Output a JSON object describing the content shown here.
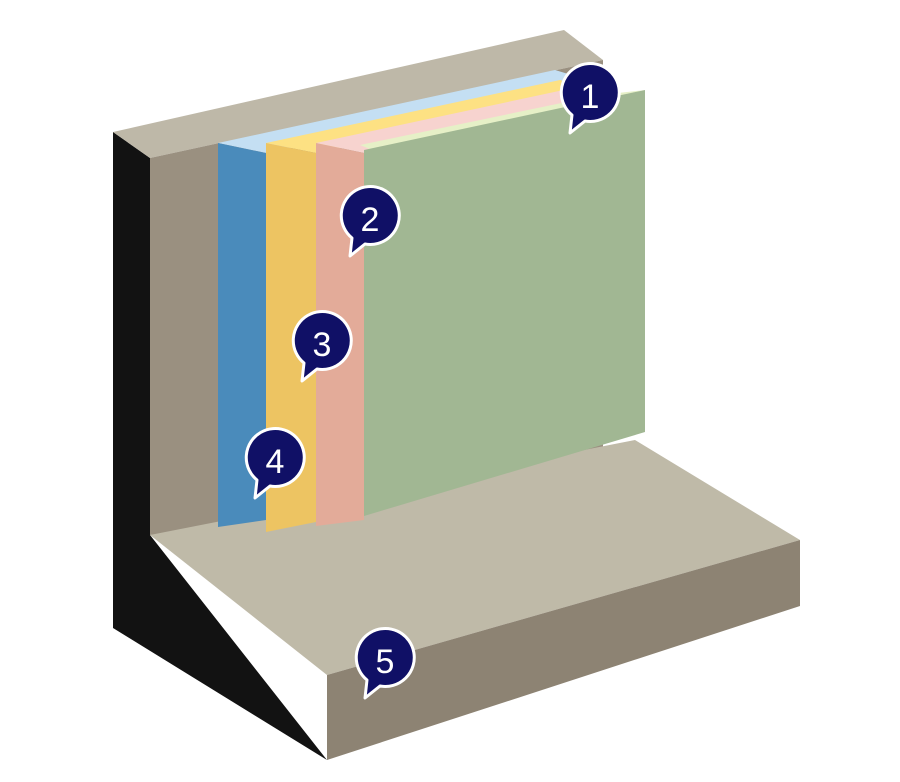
{
  "colors": {
    "wall_front": "#9a9080",
    "wall_top": "#beb8a8",
    "wall_side": "#121212",
    "floor_top": "#bfbaa8",
    "floor_front": "#8d8373",
    "layer4_face": "#4a8bbb",
    "layer4_edge": "#c4dff3",
    "layer3_face": "#edc462",
    "layer3_edge": "#fde183",
    "layer2_face": "#e3ab99",
    "layer2_edge": "#f7d3cf",
    "layer1_face": "#a1b793",
    "layer1_edge": "#e6f0c7",
    "marker_fill": "#101066",
    "marker_stroke": "#ffffff"
  },
  "markers": [
    {
      "label": "1"
    },
    {
      "label": "2"
    },
    {
      "label": "3"
    },
    {
      "label": "4"
    },
    {
      "label": "5"
    }
  ]
}
